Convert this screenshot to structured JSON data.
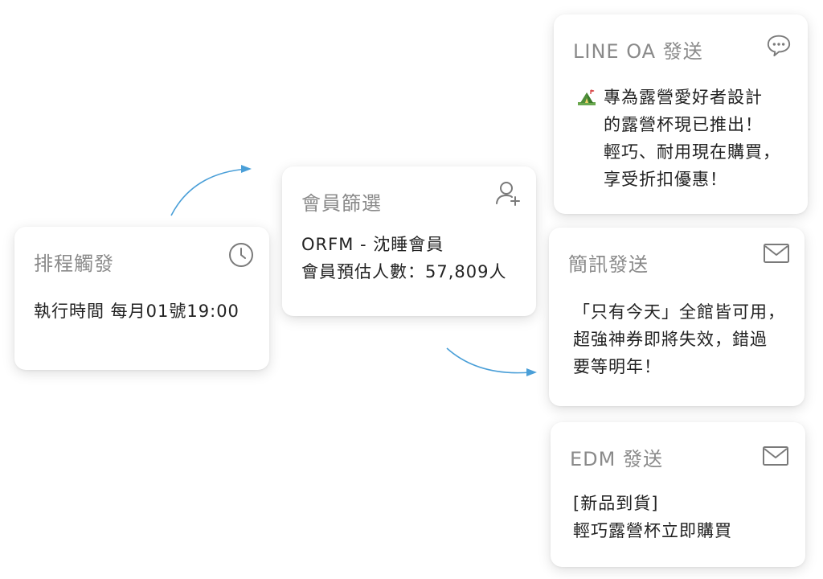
{
  "schedule": {
    "title": "排程觸發",
    "icon": "clock-icon",
    "lines": [
      "執行時間 每月01號19:00"
    ]
  },
  "filter": {
    "title": "會員篩選",
    "icon": "user-plus-icon",
    "lines": [
      "ORFM - 沈睡會員",
      "會員預估人數：57,809人"
    ]
  },
  "line_oa": {
    "title": "LINE OA 發送",
    "icon": "chat-bubble-icon",
    "emoji_icon": "camping-tent-icon",
    "lines": [
      "專為露營愛好者設計",
      "的露營杯現已推出！",
      "輕巧、耐用現在購買，",
      "享受折扣優惠！"
    ]
  },
  "sms": {
    "title": "簡訊發送",
    "icon": "mail-icon",
    "lines": [
      "「只有今天」全館皆可用，",
      "超強神券即將失效，錯過",
      "要等明年！"
    ]
  },
  "edm": {
    "title": "EDM 發送",
    "icon": "mail-icon",
    "lines": [
      "[新品到貨]",
      "輕巧露營杯立即購買"
    ]
  },
  "colors": {
    "arrow": "#4a9fd8",
    "title": "#8a8a8a",
    "text": "#222222",
    "icon": "#7a7a7a"
  }
}
